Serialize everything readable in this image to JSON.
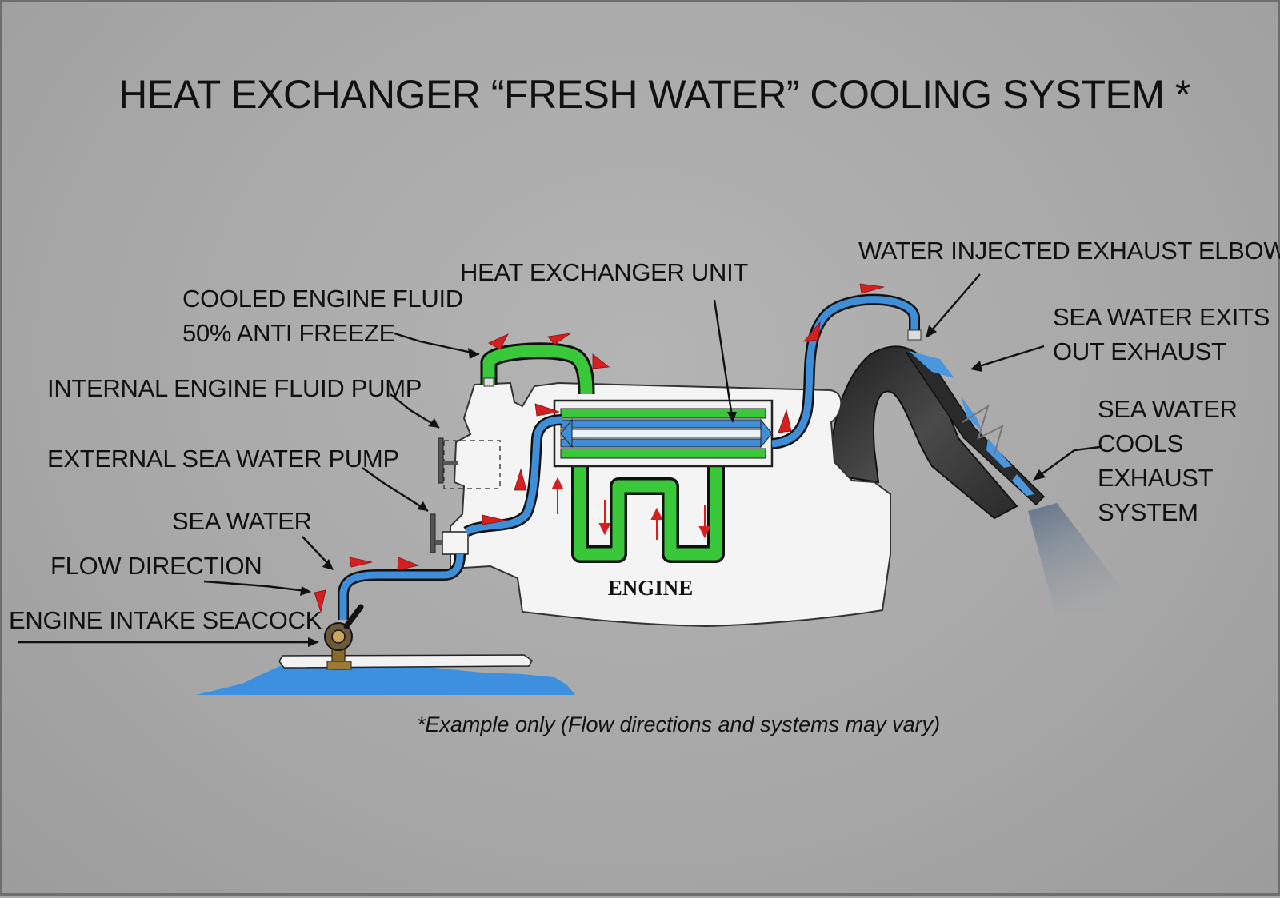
{
  "title": "HEAT EXCHANGER “FRESH WATER” COOLING SYSTEM *",
  "labels": {
    "cooled_fluid_1": "COOLED ENGINE FLUID",
    "cooled_fluid_2": "50% ANTI FREEZE",
    "internal_pump": "INTERNAL ENGINE FLUID PUMP",
    "external_pump": "EXTERNAL SEA WATER PUMP",
    "sea_water": "SEA WATER",
    "flow_direction": "FLOW DIRECTION",
    "seacock": "ENGINE INTAKE SEACOCK",
    "heat_exchanger": "HEAT EXCHANGER UNIT",
    "exhaust_elbow": "WATER INJECTED EXHAUST ELBOW",
    "exits_1": "SEA WATER EXITS",
    "exits_2": "OUT EXHAUST",
    "cools_1": "SEA WATER",
    "cools_2": "COOLS",
    "cools_3": "EXHAUST",
    "cools_4": "SYSTEM",
    "engine": "ENGINE"
  },
  "footnote": "*Example only (Flow directions and systems may vary)",
  "colors": {
    "sea_water_hose": "#3f8fd8",
    "engine_fluid": "#38c83a",
    "flow_arrow": "#d42020",
    "engine_body": "#f4f4f4",
    "water": "#3d8fe0",
    "exhaust_hose": "#333333",
    "brass": "#8a6a2a"
  }
}
